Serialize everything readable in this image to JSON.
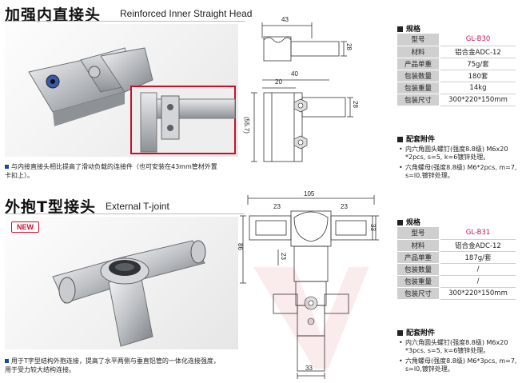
{
  "products": [
    {
      "title_cn": "加强内直接头",
      "title_en": "Reinforced Inner Straight Head",
      "badge": "",
      "note": "与内接直接头相比提高了滑动负载的连接件（也可安装在43mm管材外置卡扣上）。",
      "dims": [
        "43",
        "28",
        "40",
        "20",
        "(55.7)",
        "28"
      ],
      "spec_title": "规格",
      "spec": [
        {
          "k": "型号",
          "v": "GL-B30"
        },
        {
          "k": "材料",
          "v": "铝合金ADC-12"
        },
        {
          "k": "产品单重",
          "v": "75g/套"
        },
        {
          "k": "包装数量",
          "v": "180套"
        },
        {
          "k": "包装重量",
          "v": "14kg"
        },
        {
          "k": "包装尺寸",
          "v": "300*220*150mm"
        }
      ],
      "acc_title": "配套附件",
      "acc": [
        "内六角圆头螺钉(强度8.8级) M6x20 *2pcs, s=5, k=6镀锌处理。",
        "六角螺母(强度8.8级) M6*2pcs, m=7, s=l0,镀锌处理。"
      ]
    },
    {
      "title_cn": "外抱T型接头",
      "title_en": "External T-joint",
      "badge": "NEW",
      "note": "用于T字型结构外抱连接，提高了水平两侧与垂直铝管的一体化连接强度，用于受力较大结构连接。",
      "dims": [
        "105",
        "23",
        "23",
        "33",
        "86",
        "23",
        "33"
      ],
      "spec_title": "规格",
      "spec": [
        {
          "k": "型号",
          "v": "GL-B31"
        },
        {
          "k": "材料",
          "v": "铝合金ADC-12"
        },
        {
          "k": "产品单重",
          "v": "187g/套"
        },
        {
          "k": "包装数量",
          "v": "/"
        },
        {
          "k": "包装重量",
          "v": "/"
        },
        {
          "k": "包装尺寸",
          "v": "300*220*150mm"
        }
      ],
      "acc_title": "配套附件",
      "acc": [
        "内六角圆头螺钉(强度8.8级) M6x20 *3pcs, s=5, k=6镀锌处理。",
        "六角螺母(强度8.8级) M6*3pcs, m=7, s=l0,镀锌处理。"
      ]
    }
  ],
  "colors": {
    "model": "#c2185b",
    "badge": "#c8102e",
    "bullet": "#1a4aa0",
    "label_bg": "#cfcfcf"
  }
}
